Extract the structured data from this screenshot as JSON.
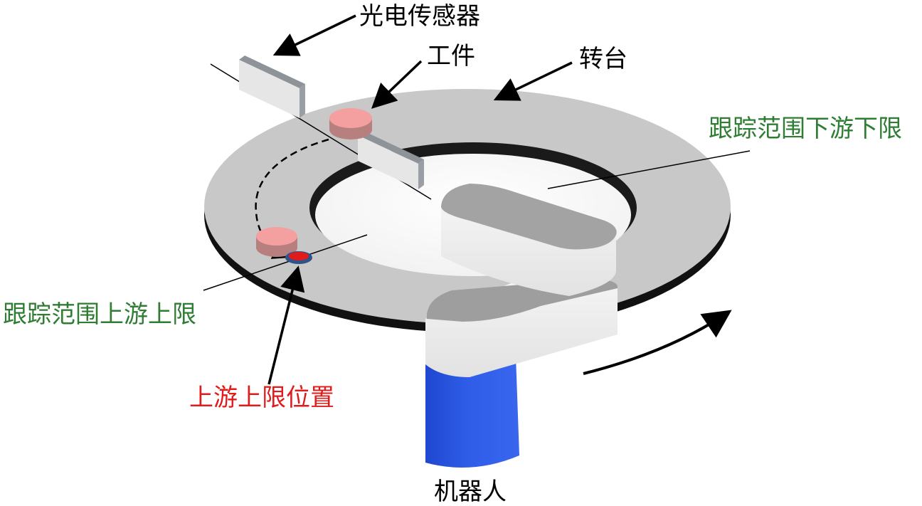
{
  "labels": {
    "sensor": "光电传感器",
    "workpiece": "工件",
    "turntable": "转台",
    "downstream_limit": "跟踪范围下游下限",
    "upstream_limit": "跟踪范围上游上限",
    "upstream_position": "上游上限位置",
    "robot": "机器人"
  },
  "colors": {
    "black_label": "#000000",
    "green_label": "#2e7d32",
    "red_label": "#e01b1b",
    "robot_blue": "#2f5de8",
    "turntable_gray": "#c8c8c8",
    "workpiece_pink": "#f4a0a0",
    "marker_red": "#e01b1b"
  }
}
